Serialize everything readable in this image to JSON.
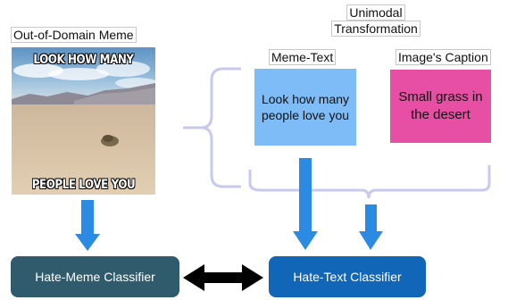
{
  "meme": {
    "title": "Out-of-Domain Meme",
    "top_text": "LOOK HOW MANY",
    "bottom_text": "PEOPLE LOVE YOU"
  },
  "transformation": {
    "title_line1": "Unimodal",
    "title_line2": "Transformation",
    "meme_text_heading": "Meme-Text",
    "caption_heading": "Image's Caption",
    "meme_text_card": "Look how many people love you",
    "caption_card": "Small grass in the desert"
  },
  "classifiers": {
    "hate_meme": "Hate-Meme Classifier",
    "hate_text": "Hate-Text Classifier"
  },
  "colors": {
    "meme_text_card": "#7ebcf7",
    "caption_card": "#e64fa3",
    "hate_meme_button": "#2f5b6d",
    "hate_text_button": "#1266b8",
    "arrow_blue": "#2b8be3",
    "bracket": "#c7c9ee"
  }
}
